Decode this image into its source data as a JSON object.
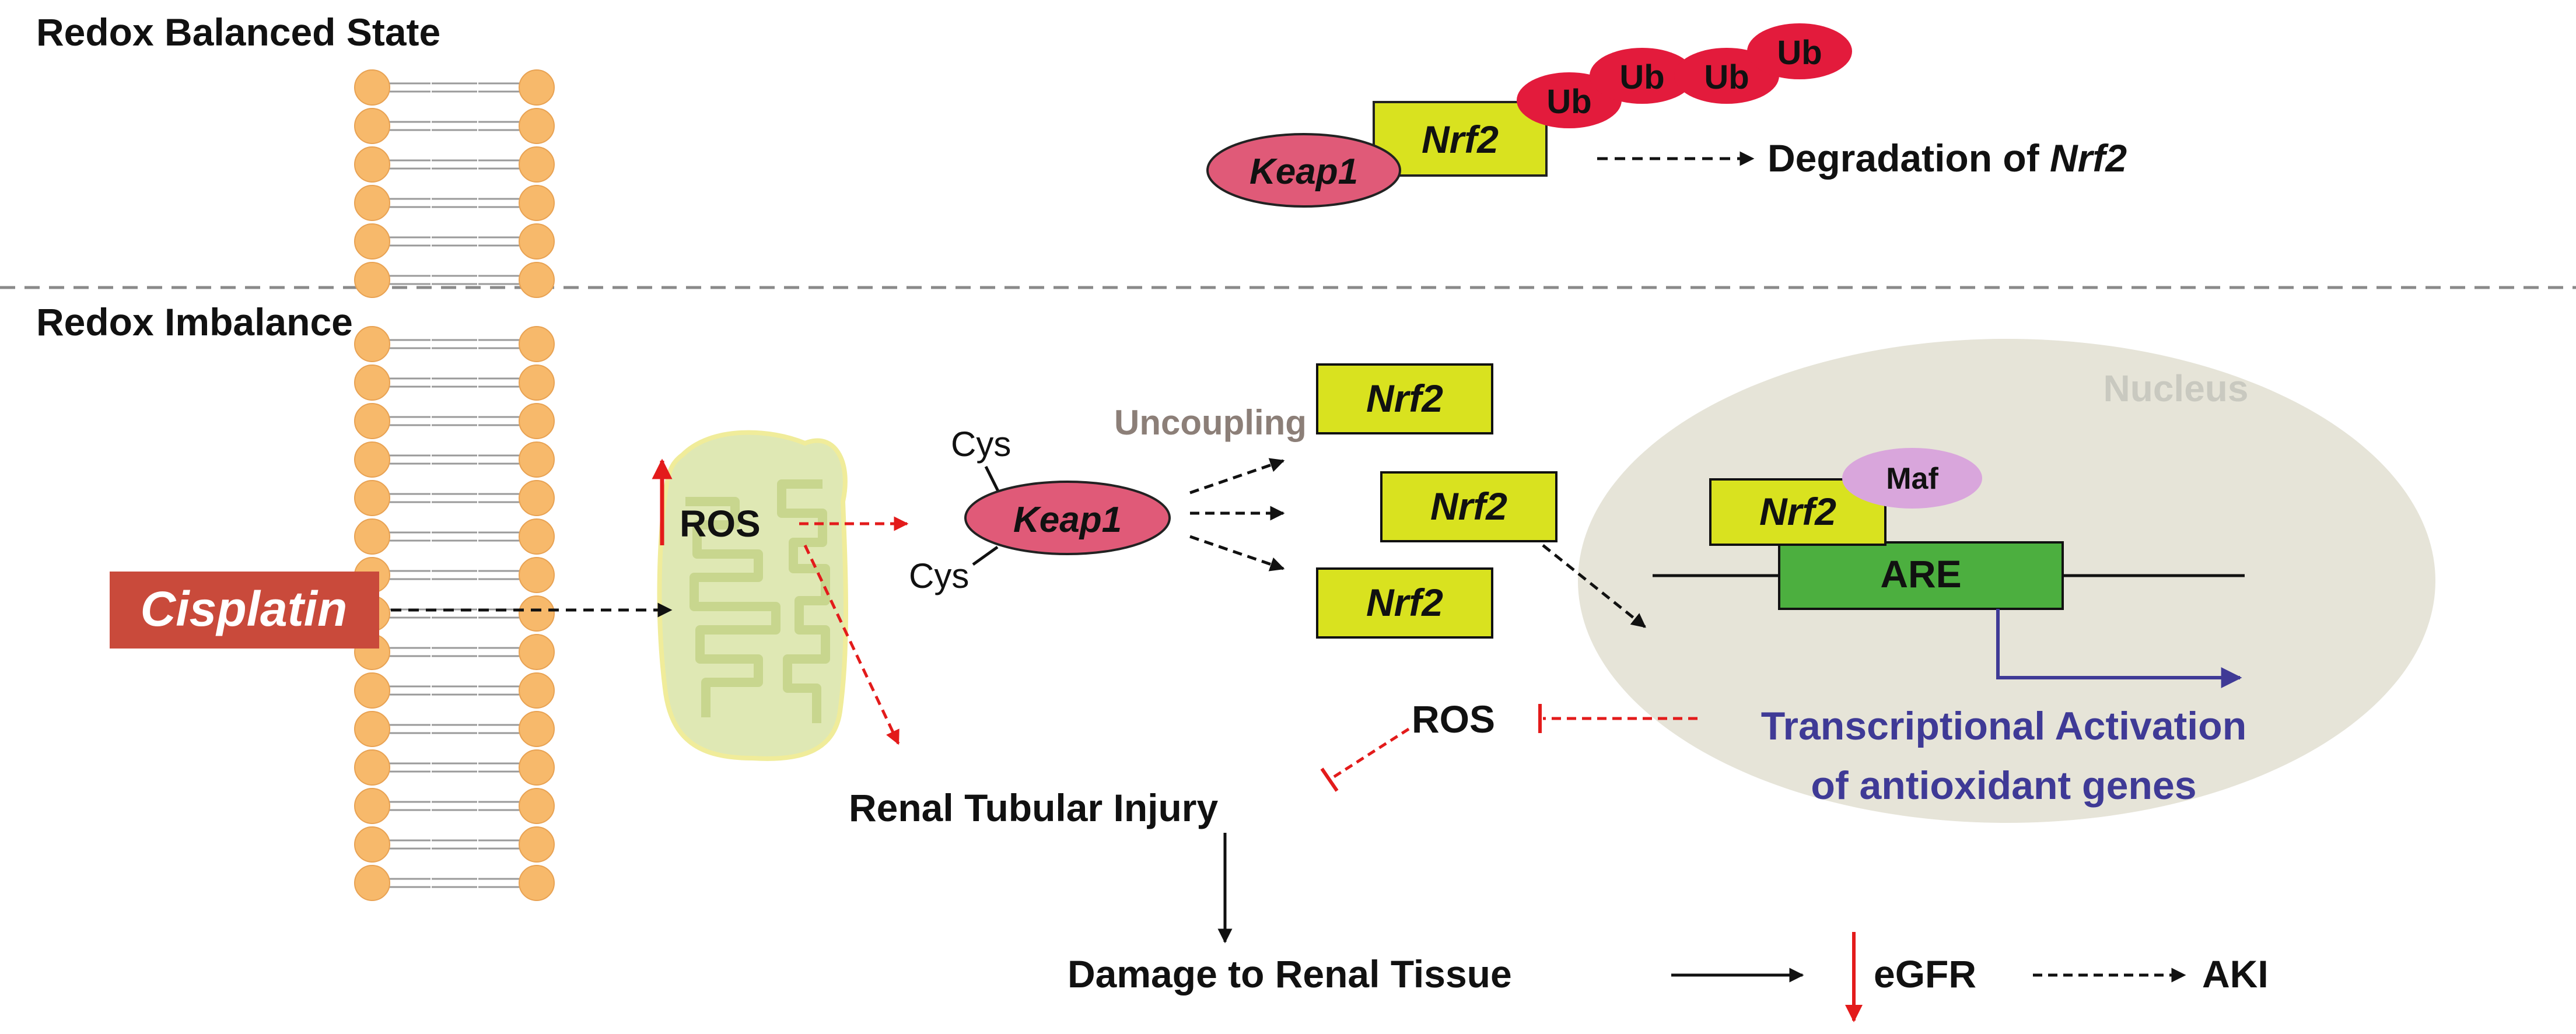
{
  "sections": {
    "balanced_title": "Redox Balanced State",
    "imbalance_title": "Redox Imbalance"
  },
  "balanced": {
    "keap1": "Keap1",
    "nrf2": "Nrf2",
    "ub": [
      "Ub",
      "Ub",
      "Ub",
      "Ub"
    ],
    "degradation_prefix": "Degradation of ",
    "degradation_target": "Nrf2"
  },
  "imbalance": {
    "cisplatin": "Cisplatin",
    "ros_mito": "ROS",
    "cys_top": "Cys",
    "cys_bottom": "Cys",
    "keap1": "Keap1",
    "uncoupling": "Uncoupling",
    "nrf2_free": [
      "Nrf2",
      "Nrf2",
      "Nrf2"
    ],
    "nucleus": "Nucleus",
    "maf": "Maf",
    "nrf2_bound": "Nrf2",
    "are": "ARE",
    "transcription_line1": "Transcriptional Activation",
    "transcription_line2": "of antioxidant genes",
    "ros_scavenged": "ROS",
    "renal_injury": "Renal Tubular Injury",
    "damage": "Damage to Renal Tissue",
    "egfr": "eGFR",
    "aki": "AKI"
  },
  "colors": {
    "lipid_head": "#f7b96b",
    "lipid_tail": "#9a9a9a",
    "keap1": "#e05a78",
    "nrf2": "#d9e21f",
    "ub": "#e31b3c",
    "cisplatin_box": "#c94a3b",
    "mito_fill": "#dfe8b4",
    "mito_outline": "#f0ec9a",
    "nucleus": "#e6e4d8",
    "maf": "#d9a6dc",
    "are": "#4caf3f",
    "transcription": "#3f3a96",
    "red_arrow": "#e31b1b",
    "uncoupling_text": "#8c7f78",
    "nucleus_text": "#c9c9c0"
  }
}
